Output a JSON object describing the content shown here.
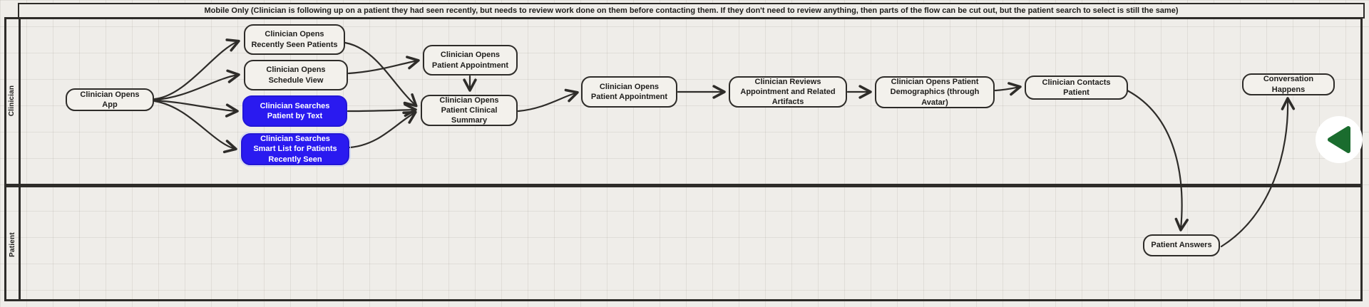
{
  "banner": {
    "text": "Mobile Only (Clinician is following up on a patient they had seen recently, but needs to review work done on them before contacting them. If they don't need to review anything, then parts of the flow can be cut out, but the patient search to select is still the same)"
  },
  "lanes": [
    {
      "label": "Clinician"
    },
    {
      "label": "Patient"
    }
  ],
  "nodes": [
    {
      "id": "opens-app",
      "label": "Clinician Opens App",
      "lane": "Clinician",
      "style": "default"
    },
    {
      "id": "opens-recently-seen",
      "label": "Clinician Opens Recently Seen Patients",
      "lane": "Clinician",
      "style": "default"
    },
    {
      "id": "opens-schedule-view",
      "label": "Clinician Opens Schedule View",
      "lane": "Clinician",
      "style": "default"
    },
    {
      "id": "searches-patient-by-text",
      "label": "Clinician Searches Patient by Text",
      "lane": "Clinician",
      "style": "blue"
    },
    {
      "id": "searches-smart-list",
      "label": "Clinician Searches Smart List for Patients Recently Seen",
      "lane": "Clinician",
      "style": "blue-selected"
    },
    {
      "id": "opens-patient-appointment-1",
      "label": "Clinician Opens Patient Appointment",
      "lane": "Clinician",
      "style": "default"
    },
    {
      "id": "opens-clinical-summary",
      "label": "Clinician Opens Patient Clinical Summary",
      "lane": "Clinician",
      "style": "default"
    },
    {
      "id": "opens-patient-appointment-2",
      "label": "Clinician Opens Patient Appointment",
      "lane": "Clinician",
      "style": "default"
    },
    {
      "id": "reviews-appointment",
      "label": "Clinician Reviews Appointment and Related Artifacts",
      "lane": "Clinician",
      "style": "default"
    },
    {
      "id": "opens-demographics",
      "label": "Clinician Opens Patient Demographics (through Avatar)",
      "lane": "Clinician",
      "style": "default"
    },
    {
      "id": "contacts-patient",
      "label": "Clinician Contacts Patient",
      "lane": "Clinician",
      "style": "default"
    },
    {
      "id": "conversation-happens",
      "label": "Conversation Happens",
      "lane": "Clinician",
      "style": "default"
    },
    {
      "id": "patient-answers",
      "label": "Patient Answers",
      "lane": "Patient",
      "style": "default"
    }
  ],
  "connectors": [
    {
      "from": "opens-app",
      "to": "opens-recently-seen"
    },
    {
      "from": "opens-app",
      "to": "opens-schedule-view"
    },
    {
      "from": "opens-app",
      "to": "searches-patient-by-text"
    },
    {
      "from": "opens-app",
      "to": "searches-smart-list"
    },
    {
      "from": "opens-recently-seen",
      "to": "opens-clinical-summary"
    },
    {
      "from": "opens-schedule-view",
      "to": "opens-patient-appointment-1"
    },
    {
      "from": "searches-patient-by-text",
      "to": "opens-clinical-summary"
    },
    {
      "from": "searches-smart-list",
      "to": "opens-clinical-summary"
    },
    {
      "from": "opens-patient-appointment-1",
      "to": "opens-clinical-summary"
    },
    {
      "from": "opens-clinical-summary",
      "to": "opens-patient-appointment-2"
    },
    {
      "from": "opens-patient-appointment-2",
      "to": "reviews-appointment"
    },
    {
      "from": "reviews-appointment",
      "to": "opens-demographics"
    },
    {
      "from": "opens-demographics",
      "to": "contacts-patient"
    },
    {
      "from": "contacts-patient",
      "to": "patient-answers"
    },
    {
      "from": "patient-answers",
      "to": "conversation-happens"
    }
  ],
  "colors": {
    "canvas": "#efede9",
    "node_fill": "#f3f1ec",
    "node_blue": "#2a1af0",
    "stroke": "#2e2c29",
    "toggle_green": "#1a6c2e"
  },
  "icons": {
    "panel_toggle": "triangle-left-icon"
  }
}
